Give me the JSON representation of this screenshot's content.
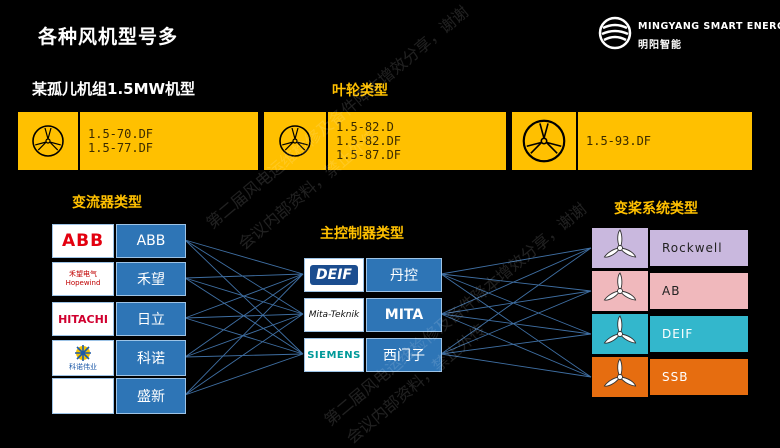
{
  "title": "各种风机型号多",
  "brand": {
    "name_en": "MINGYANG SMART ENERGY",
    "name_cn": "明阳智能"
  },
  "unit_heading": "某孤儿机组1.5MW机型",
  "rotor_heading": "叶轮类型",
  "rotor_types": [
    {
      "icon": "three-blade-rotor-icon",
      "models": [
        "1.5-70.DF",
        "1.5-77.DF"
      ]
    },
    {
      "icon": "three-blade-rotor-icon",
      "models": [
        "1.5-82.D",
        "1.5-82.DF",
        "1.5-87.DF"
      ]
    },
    {
      "icon": "three-blade-rotor-icon",
      "models": [
        "1.5-93.DF"
      ]
    }
  ],
  "converter_heading": "变流器类型",
  "converters": [
    {
      "logo": "ABB",
      "name": "ABB"
    },
    {
      "logo": "禾望电气 Hopewind",
      "name": "禾望"
    },
    {
      "logo": "HITACHI",
      "name": "日立"
    },
    {
      "logo": "科诺伟业",
      "name": "科诺"
    },
    {
      "logo": "",
      "name": "盛新"
    }
  ],
  "controller_heading": "主控制器类型",
  "controllers": [
    {
      "logo": "DEIF",
      "name": "丹控"
    },
    {
      "logo": "Mita-Teknik",
      "name": "MITA"
    },
    {
      "logo": "SIEMENS",
      "name": "西门子"
    }
  ],
  "pitch_heading": "变桨系统类型",
  "pitch_systems": [
    {
      "name": "Rockwell",
      "color": "#C9B8DE"
    },
    {
      "name": "AB",
      "color": "#F0B8BC"
    },
    {
      "name": "DEIF",
      "color": "#33B7CC"
    },
    {
      "name": "SSB",
      "color": "#E66D10"
    }
  ],
  "colors": {
    "accent": "#FFC000",
    "blue": "#2E75B6",
    "line": "#3f6fa3"
  },
  "watermarks": [
    "第二届风电运维检修及备件降本增效分享，谢谢",
    "会议内部资料，禁止外传",
    "第二届风电运维检修及备件降本增效分享，谢谢",
    "会议内部资料，禁止外传"
  ]
}
